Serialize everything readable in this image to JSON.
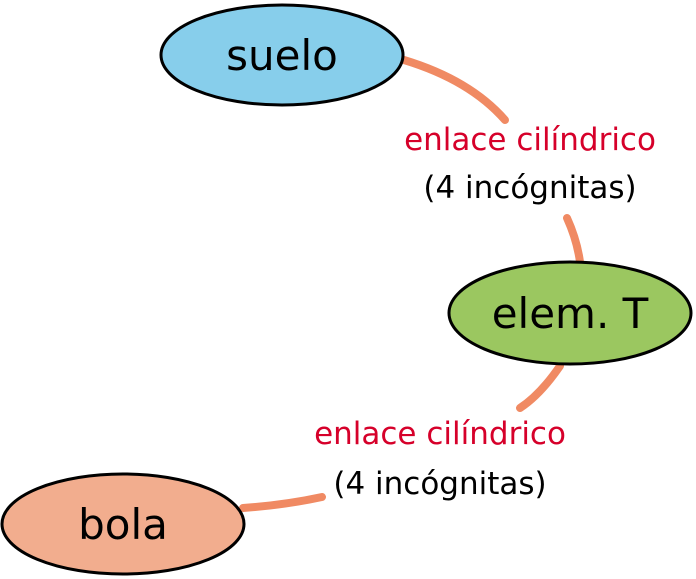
{
  "colors": {
    "connector": "#f08a63",
    "node_outline": "#000000",
    "link_label": "#d6002a"
  },
  "nodes": {
    "suelo": {
      "label": "suelo",
      "fill": "#87ceeb"
    },
    "elem_t": {
      "label": "elem. T",
      "fill": "#9bc760"
    },
    "bola": {
      "label": "bola",
      "fill": "#f2ad8e"
    }
  },
  "links": [
    {
      "name": "enlace cilíndrico",
      "note": "(4 incógnitas)"
    },
    {
      "name": "enlace cilíndrico",
      "note": "(4 incógnitas)"
    }
  ]
}
